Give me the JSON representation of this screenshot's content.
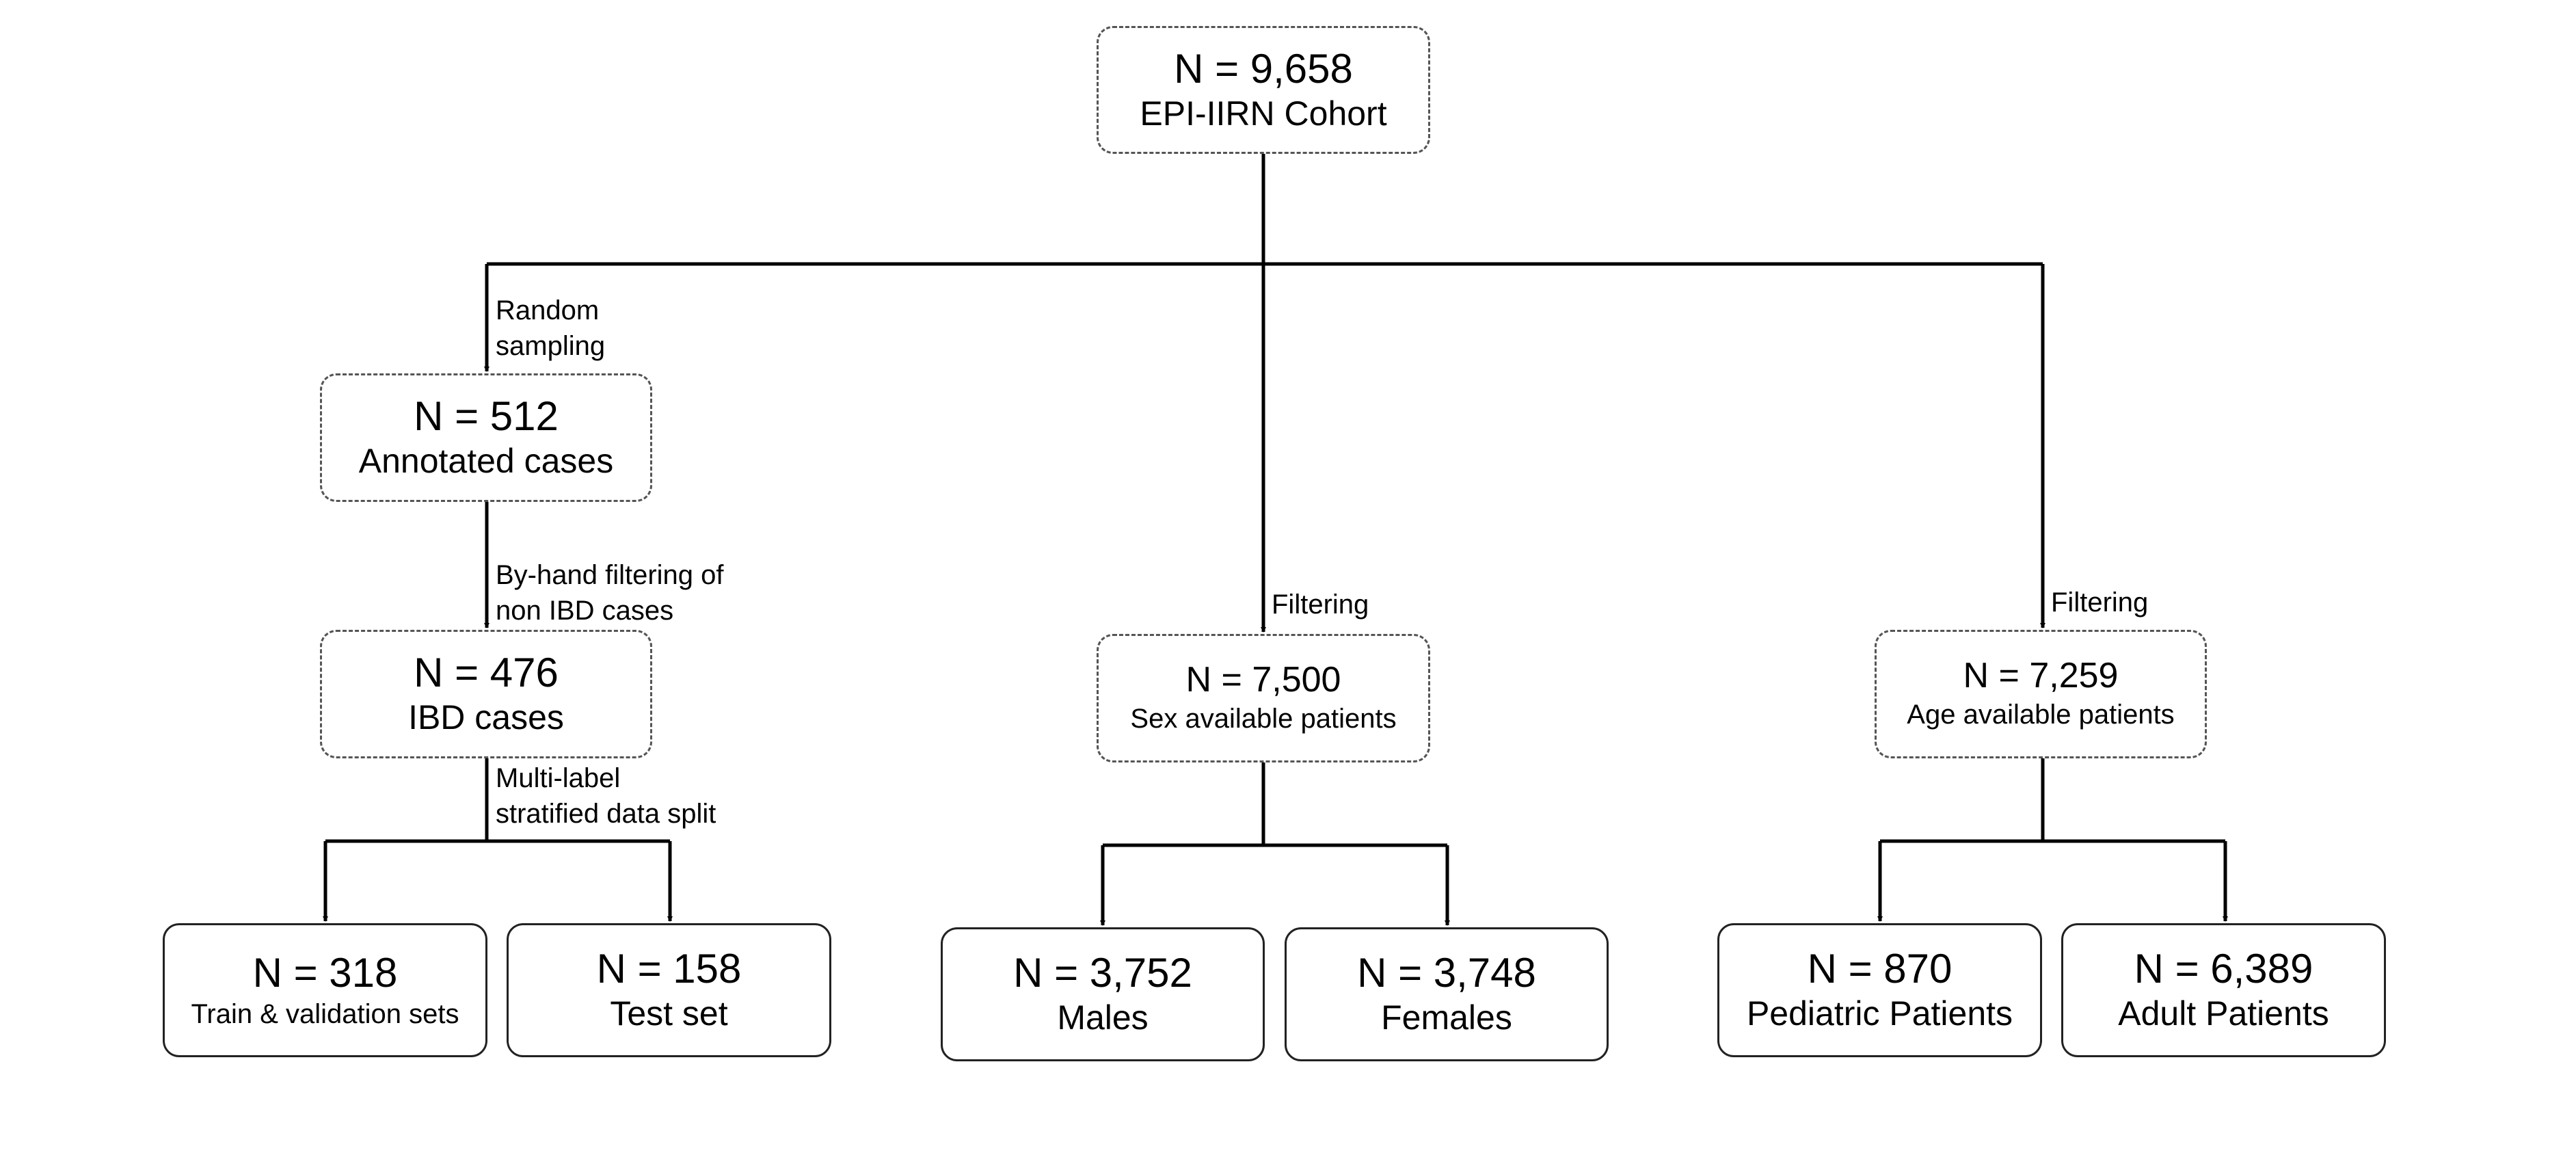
{
  "nodes": {
    "cohort": {
      "count": "N = 9,658",
      "label": "EPI-IIRN Cohort"
    },
    "annotated": {
      "count": "N = 512",
      "label": "Annotated cases"
    },
    "ibd": {
      "count": "N = 476",
      "label": "IBD cases"
    },
    "sex": {
      "count": "N = 7,500",
      "label": "Sex available patients"
    },
    "age": {
      "count": "N = 7,259",
      "label": "Age available patients"
    },
    "train": {
      "count": "N = 318",
      "label": "Train & validation sets"
    },
    "test": {
      "count": "N = 158",
      "label": "Test set"
    },
    "males": {
      "count": "N = 3,752",
      "label": "Males"
    },
    "females": {
      "count": "N = 3,748",
      "label": "Females"
    },
    "pediatric": {
      "count": "N = 870",
      "label": "Pediatric Patients"
    },
    "adult": {
      "count": "N = 6,389",
      "label": "Adult Patients"
    }
  },
  "edge_labels": {
    "random_sampling": [
      "Random",
      "sampling"
    ],
    "hand_filtering": [
      "By-hand filtering of",
      "non IBD cases"
    ],
    "split": [
      "Multi-label",
      "stratified data split"
    ],
    "sex_filtering": "Filtering",
    "age_filtering": "Filtering"
  }
}
